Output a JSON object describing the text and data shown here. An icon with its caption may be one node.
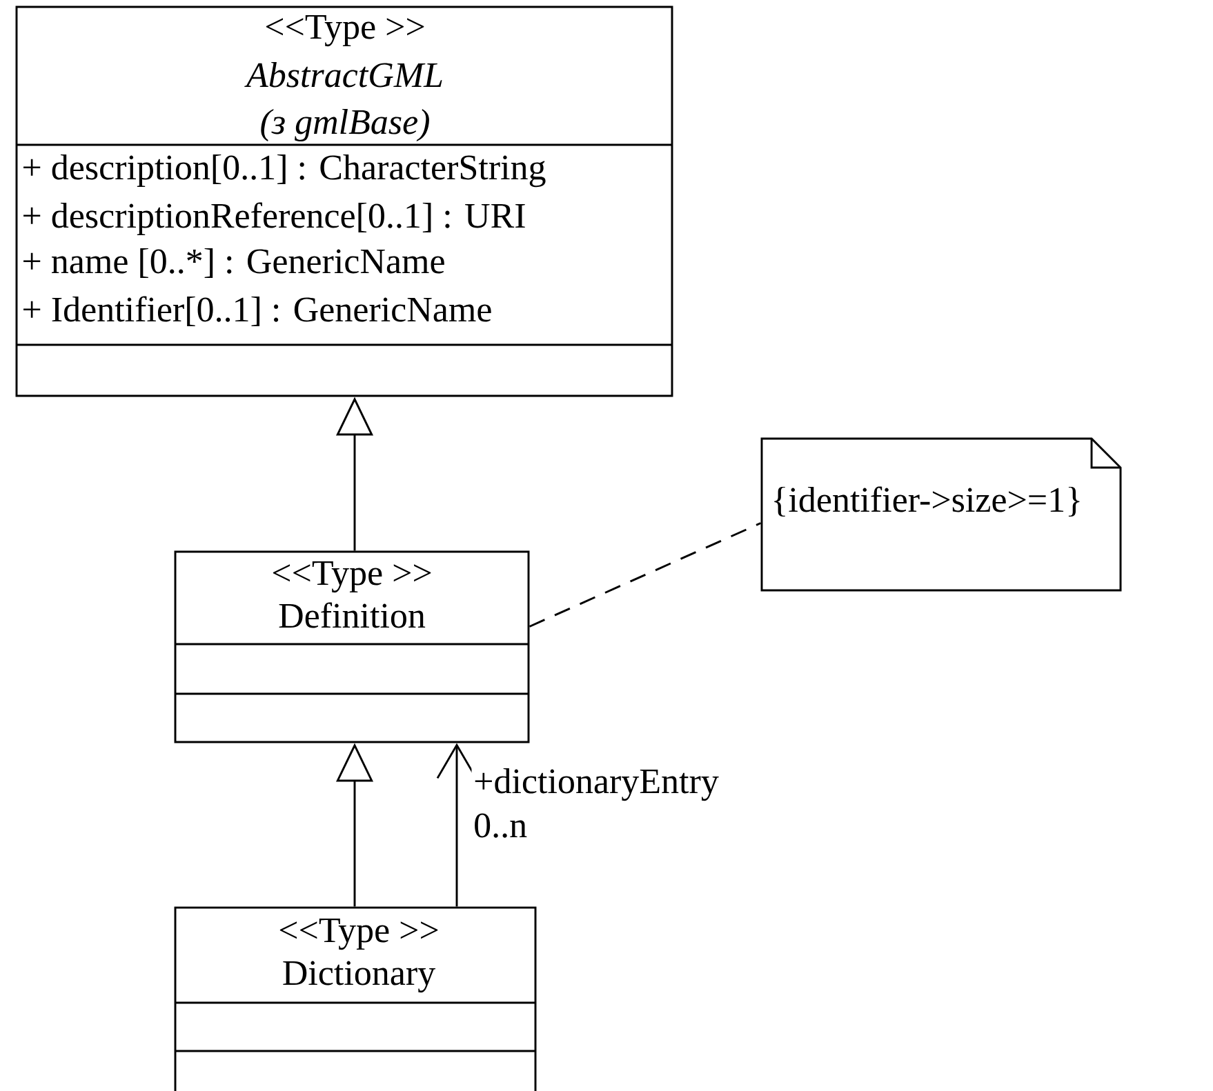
{
  "diagram": {
    "nodes": [
      {
        "text": [
          "<<Type >>",
          "AbstractGML",
          "(з gmlBase)",
          "+ description[0..1] : CharacterString",
          "+ descriptionReference[0..1] : URI",
          "+ name [0..*] : GenericName",
          "+ Identifier[0..1] : GenericName"
        ]
      },
      {
        "text": [
          "<<Type >>",
          "Definition"
        ]
      },
      {
        "text": [
          "{identifier->size>=1}"
        ]
      },
      {
        "text": [
          "<<Type >>",
          "Dictionary"
        ]
      }
    ],
    "edges": [
      {
        "from": 1,
        "to": 0,
        "arrow": "to"
      },
      {
        "from": 3,
        "to": 1,
        "arrow": "to"
      },
      {
        "from": 3,
        "to": 1,
        "arrow": "to",
        "label": "+dictionaryEntry 0..n"
      },
      {
        "from": 1,
        "to": 2,
        "arrow": "none",
        "style": "dashed"
      }
    ]
  }
}
